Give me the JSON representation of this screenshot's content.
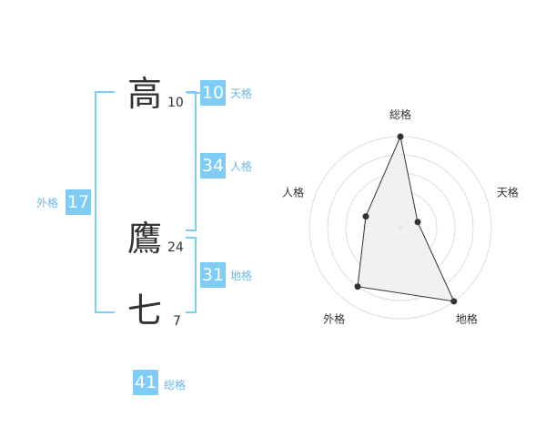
{
  "name_characters": [
    {
      "char": "高",
      "strokes": "10"
    },
    {
      "char": "鷹",
      "strokes": "24"
    },
    {
      "char": "七",
      "strokes": "7"
    }
  ],
  "fortunes": {
    "tenkaku": {
      "value": "10",
      "label": "天格"
    },
    "jinkaku": {
      "value": "34",
      "label": "人格"
    },
    "chikaku": {
      "value": "31",
      "label": "地格"
    },
    "gaikaku": {
      "value": "17",
      "label": "外格"
    },
    "soukaku": {
      "value": "41",
      "label": "総格"
    }
  },
  "colors": {
    "accent": "#7fcdf7",
    "label_text": "#6ab9e8",
    "polygon_fill": "#efefef"
  },
  "chart_data": {
    "type": "radar",
    "categories": [
      "総格",
      "天格",
      "地格",
      "外格",
      "人格"
    ],
    "values": [
      5,
      1,
      5,
      4,
      2
    ],
    "rmax": 5,
    "rings": 5
  }
}
